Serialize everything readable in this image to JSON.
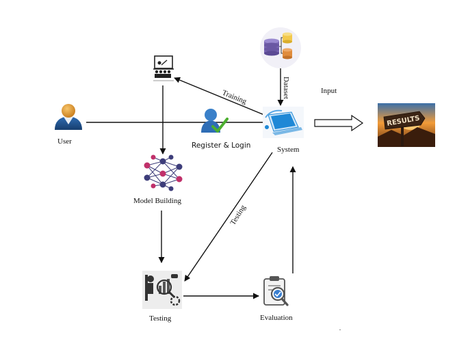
{
  "diagram": {
    "nodes": {
      "user": {
        "label": "User",
        "icon": "user-icon"
      },
      "register": {
        "label": "Register & Login",
        "icon": "register-login-icon"
      },
      "system": {
        "label": "System",
        "icon": "system-computer-icon"
      },
      "dataset": {
        "icon": "dataset-database-icon"
      },
      "training": {
        "icon": "training-presentation-icon"
      },
      "model_building": {
        "label": "Model Building",
        "icon": "neural-network-icon"
      },
      "testing": {
        "label": "Testing",
        "icon": "testing-analysis-icon"
      },
      "evaluation": {
        "label": "Evaluation",
        "icon": "evaluation-clipboard-icon"
      },
      "results": {
        "label": "RESULTS",
        "icon": "results-signpost-icon"
      }
    },
    "edges": {
      "training": "Training",
      "dataset": "Dataset",
      "testing": "Testing",
      "input": "Input"
    }
  },
  "colors": {
    "arrow": "#111111",
    "user_body": "#1f4f8a",
    "user_head": "#e8a23a",
    "db_purple": "#7b68b5",
    "db_orange": "#e08c3c",
    "db_yellow": "#f2c94c",
    "system_blue": "#1e88d6",
    "results_sky": "#f29b38",
    "results_dark": "#2c1a10"
  }
}
